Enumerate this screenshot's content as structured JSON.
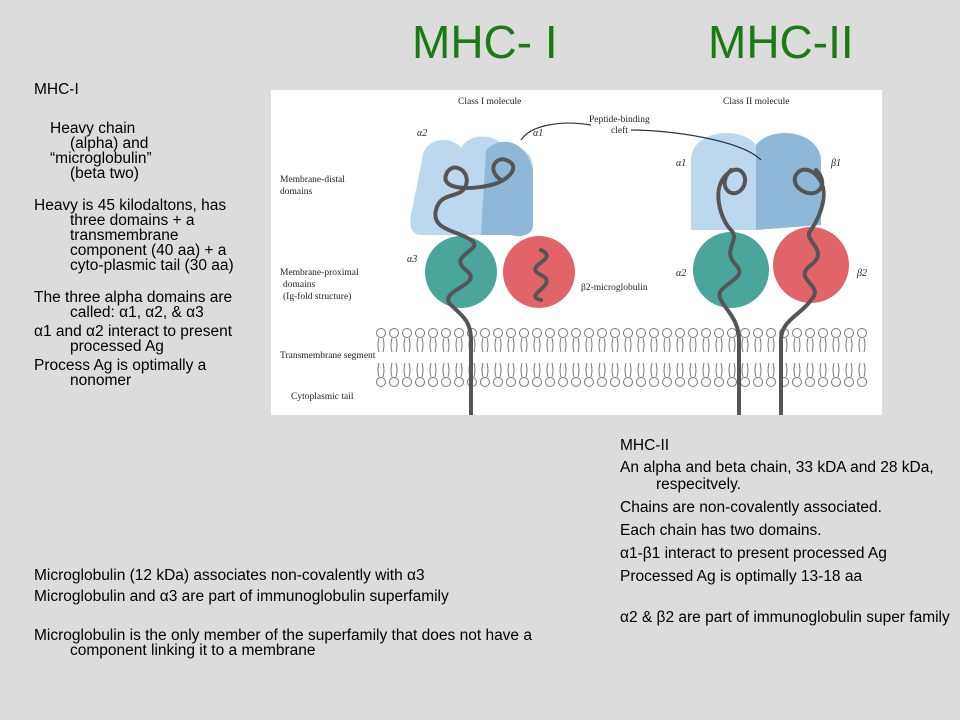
{
  "slide": {
    "title_left": "MHC- I",
    "title_right": "MHC-II"
  },
  "left_col": {
    "heading": "MHC-I",
    "p1_line1": "Heavy chain",
    "p1_line2": "(alpha) and",
    "p1_line3": "“microglobulin”",
    "p1_line4": "(beta two)",
    "p2": "Heavy is 45 kilodaltons, has three domains + a transmembrane component (40 aa) + a cyto-plasmic tail (30 aa)",
    "p3": "The three alpha domains are called: α1, α2, & α3",
    "p4": "α1 and α2 interact to present processed Ag",
    "p5": "Process Ag is optimally a nonomer"
  },
  "bottom_col": {
    "p1": "Microglobulin (12 kDa) associates non-covalently with α3",
    "p2": "Microglobulin and α3 are part of immunoglobulin superfamily",
    "p3": "Microglobulin is the only member of the superfamily that does not have a component linking it to a membrane"
  },
  "right_col": {
    "heading": "MHC-II",
    "p1": "An alpha and beta chain, 33 kDA and 28 kDa, respecitvely.",
    "p2": "Chains are non-covalently associated.",
    "p3": "Each chain has two domains.",
    "p4": "α1-β1 interact to present processed Ag",
    "p5": "Processed Ag is optimally 13-18 aa",
    "p6": "α2 & β2 are part of immunoglobulin super family"
  },
  "figure": {
    "class1_title": "Class I molecule",
    "class2_title": "Class II molecule",
    "peptide_label_1": "Peptide-binding",
    "peptide_label_2": "cleft",
    "distal_1": "Membrane-distal",
    "distal_2": "domains",
    "proximal_1": "Membrane-proximal",
    "proximal_2": "domains",
    "proximal_3": "(Ig-fold structure)",
    "transmembrane": "Transmembrane segment",
    "cytoplasmic": "Cytoplasmic tail",
    "b2m": "β2-microglobulin",
    "c1_a1": "α1",
    "c1_a2": "α2",
    "c1_a3": "α3",
    "c2_a1": "α1",
    "c2_b1": "β1",
    "c2_a2": "α2",
    "c2_b2": "β2",
    "colors": {
      "light_blue": "#bcd8ee",
      "mid_blue": "#8fb8d8",
      "teal": "#4aa59a",
      "red": "#e06468",
      "chain": "#555555"
    }
  }
}
